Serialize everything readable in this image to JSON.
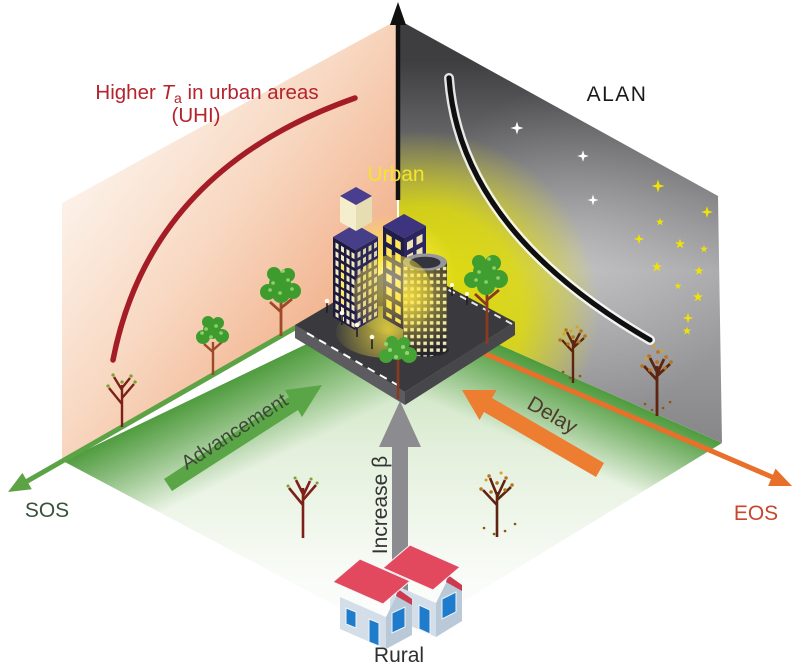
{
  "figure": {
    "labels": {
      "uhi_line1_prefix": "Higher ",
      "uhi_symbol": "T",
      "uhi_subscript": "a",
      "uhi_line1_suffix": " in urban areas",
      "uhi_line2": "(UHI)",
      "alan": "ALAN",
      "urban": "Urban",
      "rural": "Rural",
      "sos_axis": "SOS",
      "eos_axis": "EOS",
      "advancement_arrow": "Advancement",
      "delay_arrow": "Delay",
      "increase_beta_arrow": "Increase β"
    },
    "colors": {
      "uhi_text": "#b5232b",
      "uhi_curve": "#a31c26",
      "alan_text": "#1a1a1a",
      "alan_curve": "#0f0f0f",
      "vertical_axis": "#111111",
      "sos_axis": "#5ba345",
      "sos_text": "#39523a",
      "eos_axis": "#e8702a",
      "eos_text": "#c9452d",
      "advancement_arrow": "#5aa646",
      "advancement_text": "#3c4836",
      "delay_arrow": "#ed7d31",
      "delay_text": "#4d3b2e",
      "beta_arrow": "#8b8b90",
      "beta_text": "#333333",
      "urban_text": "#f3e42c",
      "rural_text": "#2f2f2f",
      "star_yellow": "#f2e400",
      "star_white": "#ffffff",
      "house_roof": "#e2485e",
      "house_wall": "#d3dee9",
      "house_blue": "#1f7ccd"
    }
  }
}
